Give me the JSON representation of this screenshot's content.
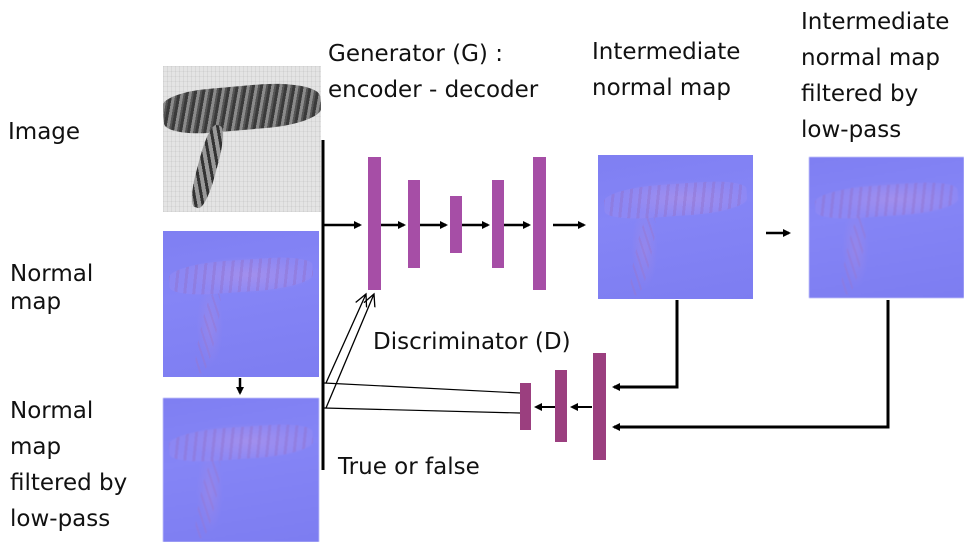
{
  "labels": {
    "image": "Image",
    "normal_map": "Normal\nmap",
    "normal_map_filtered": "Normal\nmap\nfiltered by\nlow-pass",
    "generator": "Generator (G) :\nencoder - decoder",
    "intermediate": "Intermediate\nnormal map",
    "intermediate_filtered": "Intermediate\nnormal map\nfiltered by\nlow-pass",
    "discriminator": "Discriminator (D)",
    "true_false": "True or false"
  },
  "colors": {
    "layer": "#a64ea6",
    "discriminator_layer": "#9b3f7f",
    "line": "#000000",
    "normal_map": "#8080f0"
  }
}
